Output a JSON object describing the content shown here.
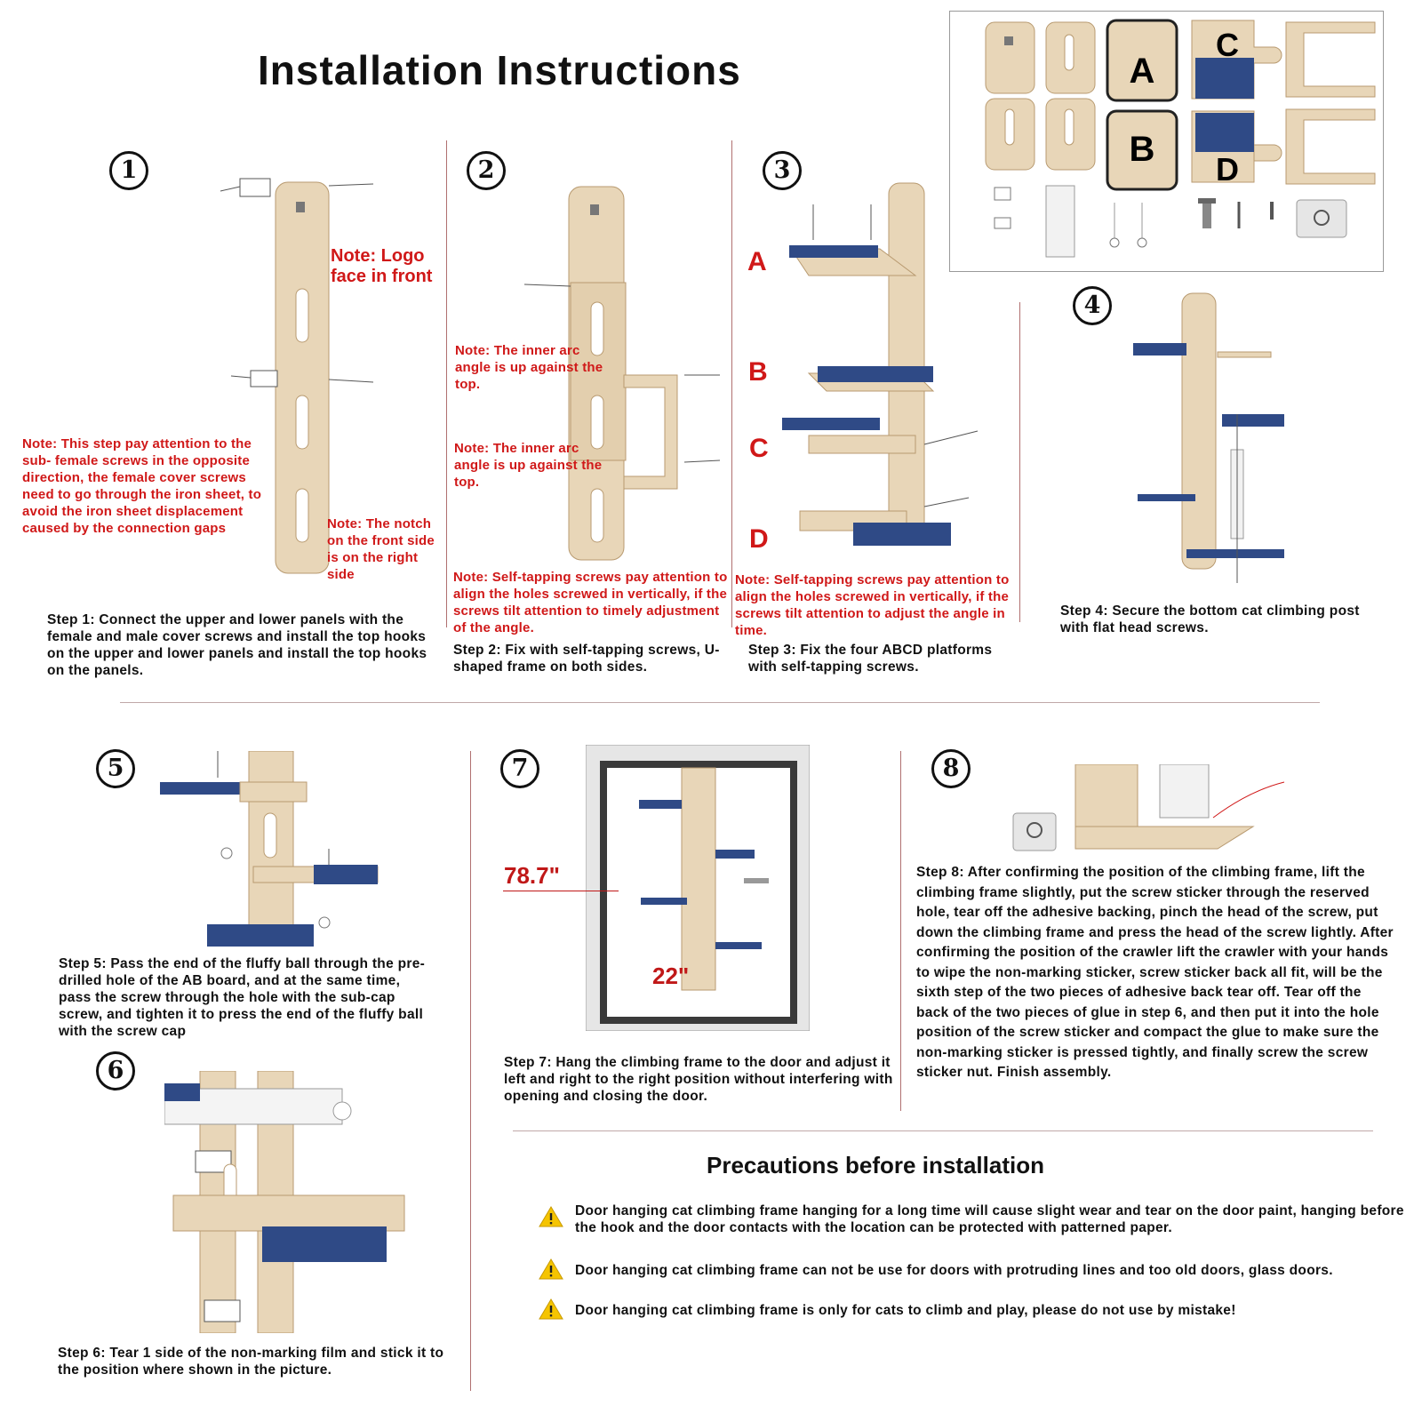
{
  "title": "Installation Instructions",
  "steps": [
    {
      "num": "1",
      "text": "Step 1: Connect the upper and lower panels with the female and male cover screws and install the top hooks on the upper and lower panels and install the top hooks on the panels."
    },
    {
      "num": "2",
      "text": "Step 2: Fix with self-tapping screws, U-shaped frame on both sides."
    },
    {
      "num": "3",
      "text": "Step 3: Fix the four ABCD platforms with self-tapping screws."
    },
    {
      "num": "4",
      "text": "Step 4: Secure the bottom cat climbing post with flat head screws."
    },
    {
      "num": "5",
      "text": "Step 5: Pass the end of the fluffy ball through the pre-drilled hole of the AB board, and at the same time, pass the screw through the hole with the sub-cap screw, and tighten it to press the end of the fluffy ball with the screw cap"
    },
    {
      "num": "6",
      "text": "Step 6: Tear 1 side of the non-marking film and stick it to the position where shown in the picture."
    },
    {
      "num": "7",
      "text": "Step 7: Hang the climbing frame to the door and adjust it left and right to the right position without interfering with opening and closing the door."
    },
    {
      "num": "8",
      "text": "Step 8: After confirming the position of the climbing frame, lift the climbing frame slightly, put the screw sticker through the reserved hole, tear off the adhesive backing, pinch the head of the screw, put down the climbing frame and press the head of the screw lightly. After confirming the position of the crawler lift the crawler with your hands to wipe the non-marking sticker, screw sticker back all fit, will be the sixth step of the two pieces of adhesive back tear off. Tear off the back of the two pieces of glue in step 6, and then put it into the hole position of the screw sticker and compact the glue to make sure the non-marking sticker is pressed tightly, and finally screw the screw sticker nut. Finish assembly."
    }
  ],
  "notes": {
    "logo": "Note: Logo face in front",
    "sub_female": "Note: This step pay attention to the sub- female screws in the opposite direction, the female cover screws need to go through the iron sheet, to avoid the iron sheet displacement caused by the connection gaps",
    "notch": "Note: The notch on the front side is on the right side",
    "inner_arc_1": "Note: The inner arc angle is up against the top.",
    "inner_arc_2": "Note: The inner arc angle is up against the top.",
    "self_tap_2": "Note: Self-tapping screws pay attention to align the holes screwed in vertically, if the screws tilt attention to timely adjustment of the angle.",
    "self_tap_3": "Note: Self-tapping screws pay attention to align the holes screwed in vertically, if the screws tilt attention to adjust the angle in time."
  },
  "platform_labels": [
    "A",
    "B",
    "C",
    "D"
  ],
  "parts_labels": [
    "A",
    "C",
    "B",
    "D"
  ],
  "dimensions": {
    "height": "78.7\"",
    "width": "22\""
  },
  "precautions": {
    "title": "Precautions before installation",
    "items": [
      "Door hanging cat climbing frame hanging for a long time will cause slight wear and tear on the door paint, hanging before the hook and the door contacts with the location can be protected with patterned paper.",
      "Door hanging cat climbing frame can not be use for doors with protruding lines and too old doors, glass doors.",
      "Door hanging cat climbing frame is only for cats to climb and play, please do not use by mistake!"
    ]
  },
  "colors": {
    "wood": "#e8d6b8",
    "wood_edge": "#b89a70",
    "navy": "#2f4a86",
    "note_red": "#d01818",
    "warning_yellow": "#f5c400"
  },
  "icons": [
    "warning-icon"
  ]
}
